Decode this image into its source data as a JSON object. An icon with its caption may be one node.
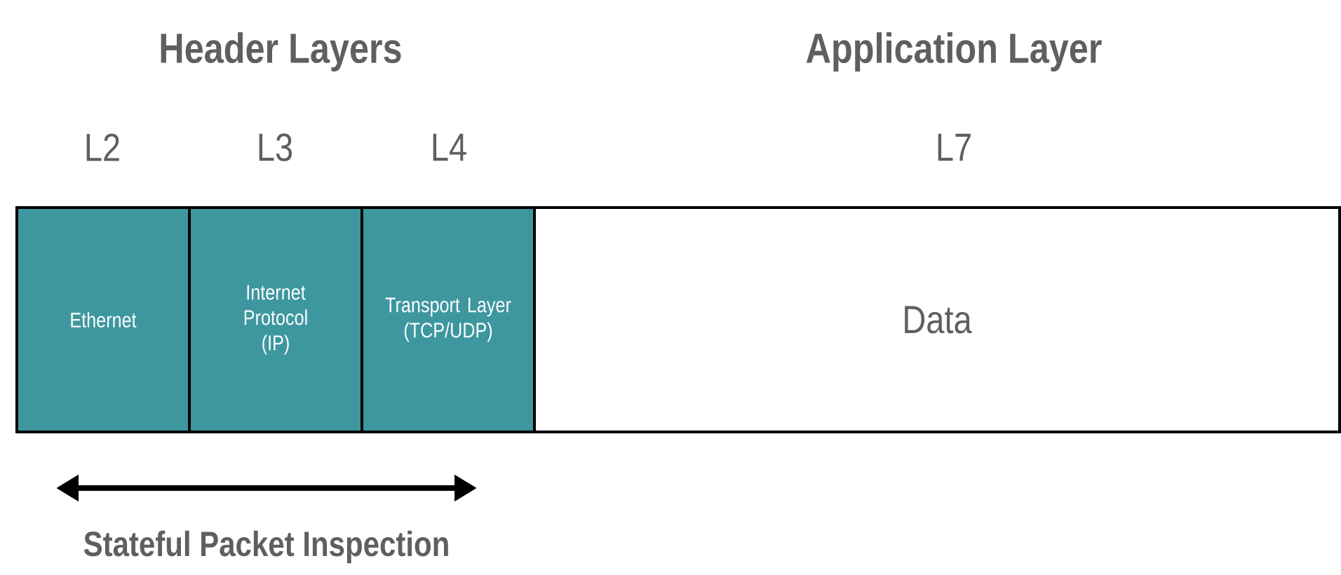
{
  "diagram": {
    "nodes": [
      {
        "text": [
          "Ethernet"
        ]
      },
      {
        "text": [
          "Internet Protocol (IP)"
        ]
      },
      {
        "text": [
          "Transport Layer (TCP/UDP)"
        ]
      },
      {
        "text": [
          "Data"
        ]
      }
    ],
    "labels": [
      "Header Layers",
      "Application Layer",
      "L2",
      "L3",
      "L4",
      "L7",
      "Stateful Packet Inspection"
    ]
  }
}
